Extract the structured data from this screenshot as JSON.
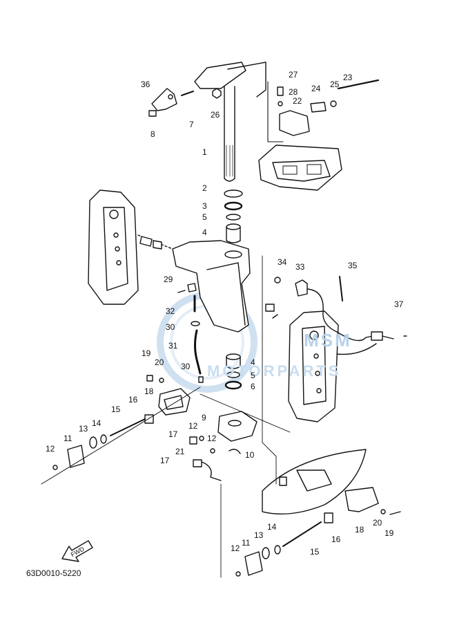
{
  "diagram": {
    "title_code": "63D0010-5220",
    "fwd_label": "FWD",
    "watermark": {
      "brand": "MSM",
      "sub": "MOTORPARTS"
    },
    "callouts": [
      {
        "id": "c36",
        "label": "36"
      },
      {
        "id": "c7",
        "label": "7"
      },
      {
        "id": "c8",
        "label": "8"
      },
      {
        "id": "c26",
        "label": "26"
      },
      {
        "id": "c1",
        "label": "1"
      },
      {
        "id": "c2",
        "label": "2"
      },
      {
        "id": "c3",
        "label": "3"
      },
      {
        "id": "c5a",
        "label": "5"
      },
      {
        "id": "c4a",
        "label": "4"
      },
      {
        "id": "c27",
        "label": "27"
      },
      {
        "id": "c28",
        "label": "28"
      },
      {
        "id": "c22",
        "label": "22"
      },
      {
        "id": "c24",
        "label": "24"
      },
      {
        "id": "c25",
        "label": "25"
      },
      {
        "id": "c23",
        "label": "23"
      },
      {
        "id": "c34",
        "label": "34"
      },
      {
        "id": "c33",
        "label": "33"
      },
      {
        "id": "c35",
        "label": "35"
      },
      {
        "id": "c37",
        "label": "37"
      },
      {
        "id": "c29",
        "label": "29"
      },
      {
        "id": "c32",
        "label": "32"
      },
      {
        "id": "c30a",
        "label": "30"
      },
      {
        "id": "c31",
        "label": "31"
      },
      {
        "id": "c30b",
        "label": "30"
      },
      {
        "id": "c4b",
        "label": "4"
      },
      {
        "id": "c5b",
        "label": "5"
      },
      {
        "id": "c6",
        "label": "6"
      },
      {
        "id": "c19a",
        "label": "19"
      },
      {
        "id": "c20a",
        "label": "20"
      },
      {
        "id": "c18a",
        "label": "18"
      },
      {
        "id": "c16a",
        "label": "16"
      },
      {
        "id": "c15a",
        "label": "15"
      },
      {
        "id": "c14a",
        "label": "14"
      },
      {
        "id": "c13a",
        "label": "13"
      },
      {
        "id": "c11a",
        "label": "11"
      },
      {
        "id": "c12a",
        "label": "12"
      },
      {
        "id": "c9",
        "label": "9"
      },
      {
        "id": "c12b",
        "label": "12"
      },
      {
        "id": "c17a",
        "label": "17"
      },
      {
        "id": "c12c",
        "label": "12"
      },
      {
        "id": "c10",
        "label": "10"
      },
      {
        "id": "c21",
        "label": "21"
      },
      {
        "id": "c17b",
        "label": "17"
      },
      {
        "id": "c18b",
        "label": "18"
      },
      {
        "id": "c20b",
        "label": "20"
      },
      {
        "id": "c19b",
        "label": "19"
      },
      {
        "id": "c16b",
        "label": "16"
      },
      {
        "id": "c15b",
        "label": "15"
      },
      {
        "id": "c14b",
        "label": "14"
      },
      {
        "id": "c13b",
        "label": "13"
      },
      {
        "id": "c11b",
        "label": "11"
      },
      {
        "id": "c12d",
        "label": "12"
      }
    ]
  }
}
